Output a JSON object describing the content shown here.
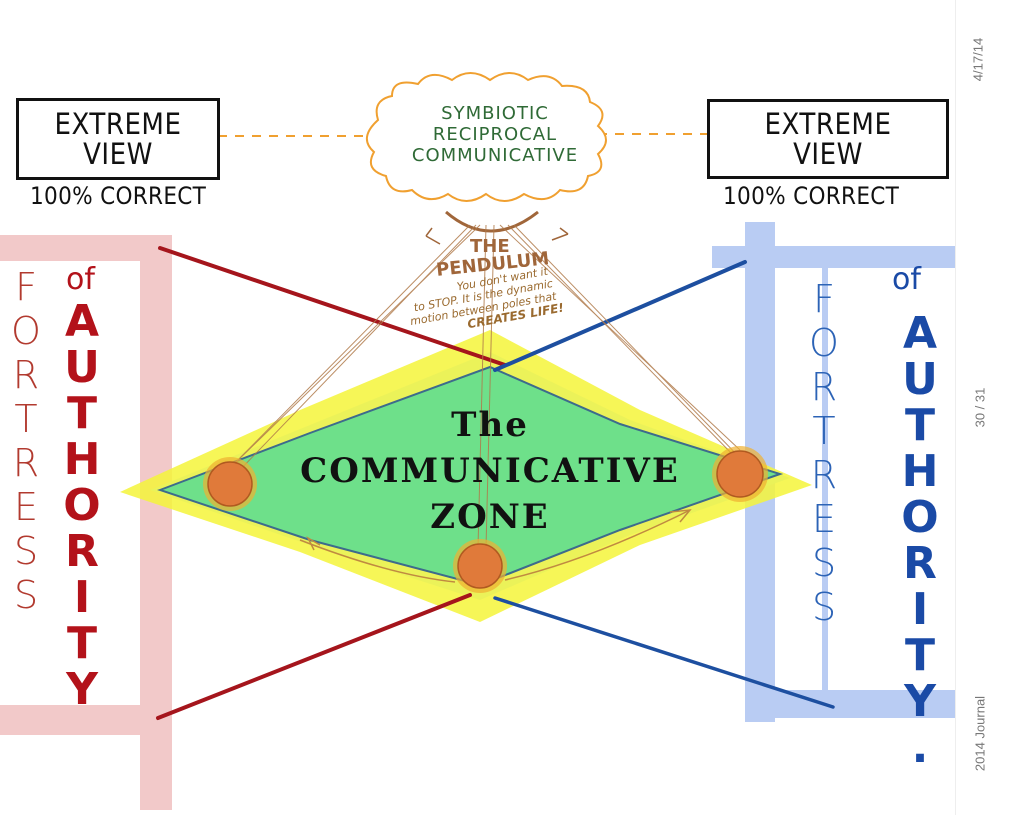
{
  "diagram": {
    "extreme_left": {
      "line1": "EXTREME",
      "line2": "VIEW",
      "caption": "100% CORRECT"
    },
    "extreme_right": {
      "line1": "EXTREME",
      "line2": "VIEW",
      "caption": "100% CORRECT"
    },
    "symbiotic": {
      "line1": "SYMBIOTIC",
      "line2": "RECIPROCAL",
      "line3": "COMMUNICATIVE"
    },
    "pendulum": {
      "title_line1": "THE",
      "title_line2": "PENDULUM",
      "note_line1": "You don't want it",
      "note_line2": "to STOP. It is the dynamic",
      "note_line3": "motion between poles that",
      "note_line4": "CREATES LIFE!"
    },
    "zone": {
      "line1": "The",
      "line2": "COMMUNICATIVE",
      "line3": "ZONE"
    },
    "left_fortress": {
      "fortress": "FORTRESS",
      "of": "of",
      "authority": "AUTHORITY"
    },
    "right_fortress": {
      "fortress": "FORTRESS",
      "of": "of",
      "authority": "AUTHORITY."
    }
  },
  "margin": {
    "date": "4/17/14",
    "page_counter": "30 / 31",
    "journal_title": "2014 Journal"
  },
  "colors": {
    "left_pillar": "#f2c9c9",
    "right_pillar": "#b9ccf3",
    "left_line": "#a5151c",
    "right_line": "#1d4fa0",
    "zone_green": "#6ee08a",
    "zone_highlight": "#f4f43a",
    "dash_orange": "#f0a030",
    "pendulum_brown": "#a0663a"
  }
}
